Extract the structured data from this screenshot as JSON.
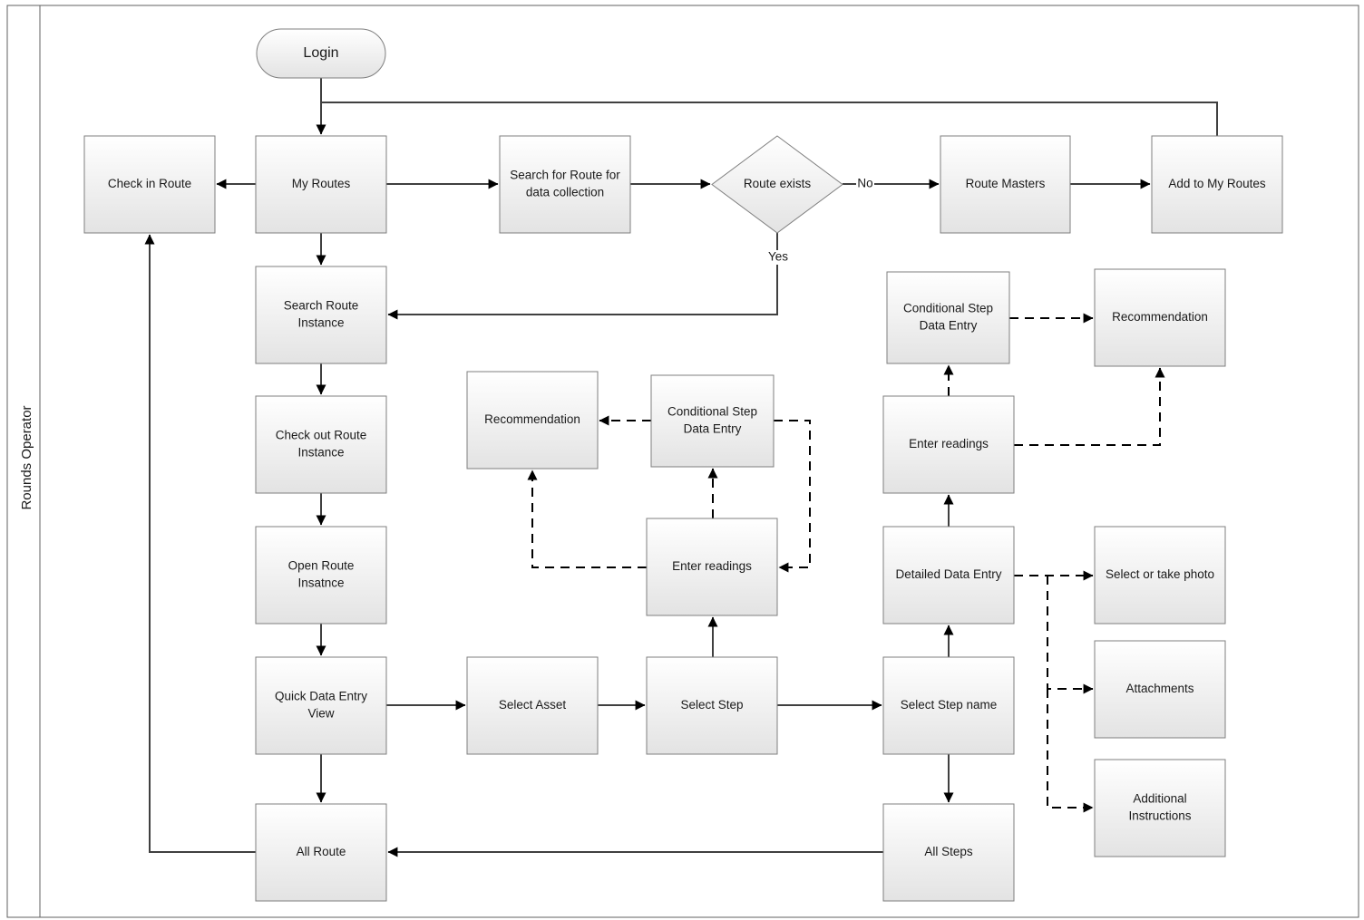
{
  "swimlane": {
    "label": "Rounds Operator"
  },
  "colors": {
    "node_fill_top": "#ffffff",
    "node_fill_bottom": "#e3e3e3",
    "node_stroke": "#7f7f7f",
    "line": "#404040",
    "text": "#1a1a1a"
  },
  "nodes": {
    "login": {
      "lines": [
        "Login"
      ]
    },
    "check_in_route": {
      "lines": [
        "Check in Route"
      ]
    },
    "my_routes": {
      "lines": [
        "My Routes"
      ]
    },
    "search_route_data": {
      "lines": [
        "Search for Route for",
        "data collection"
      ]
    },
    "route_exists": {
      "lines": [
        "Route exists"
      ]
    },
    "route_masters": {
      "lines": [
        "Route Masters"
      ]
    },
    "add_to_my_routes": {
      "lines": [
        "Add to My Routes"
      ]
    },
    "search_route_instance": {
      "lines": [
        "Search Route",
        "Instance"
      ]
    },
    "checkout_route_instance": {
      "lines": [
        "Check out Route",
        "Instance"
      ]
    },
    "open_route_instance": {
      "lines": [
        "Open Route",
        "Insatnce"
      ]
    },
    "quick_data_entry": {
      "lines": [
        "Quick Data Entry",
        "View"
      ]
    },
    "all_route": {
      "lines": [
        "All Route"
      ]
    },
    "recommendation_mid": {
      "lines": [
        "Recommendation"
      ]
    },
    "conditional_mid": {
      "lines": [
        "Conditional Step",
        "Data Entry"
      ]
    },
    "enter_readings_mid": {
      "lines": [
        "Enter readings"
      ]
    },
    "select_asset": {
      "lines": [
        "Select Asset"
      ]
    },
    "select_step": {
      "lines": [
        "Select Step"
      ]
    },
    "conditional_right": {
      "lines": [
        "Conditional Step",
        "Data Entry"
      ]
    },
    "recommendation_right": {
      "lines": [
        "Recommendation"
      ]
    },
    "enter_readings_right": {
      "lines": [
        "Enter readings"
      ]
    },
    "detailed_data_entry": {
      "lines": [
        "Detailed Data Entry"
      ]
    },
    "select_photo": {
      "lines": [
        "Select or take photo"
      ]
    },
    "attachments": {
      "lines": [
        "Attachments"
      ]
    },
    "additional_instructions": {
      "lines": [
        "Additional",
        "Instructions"
      ]
    },
    "select_step_name": {
      "lines": [
        "Select Step name"
      ]
    },
    "all_steps": {
      "lines": [
        "All Steps"
      ]
    }
  },
  "edge_labels": {
    "no": "No",
    "yes": "Yes"
  }
}
